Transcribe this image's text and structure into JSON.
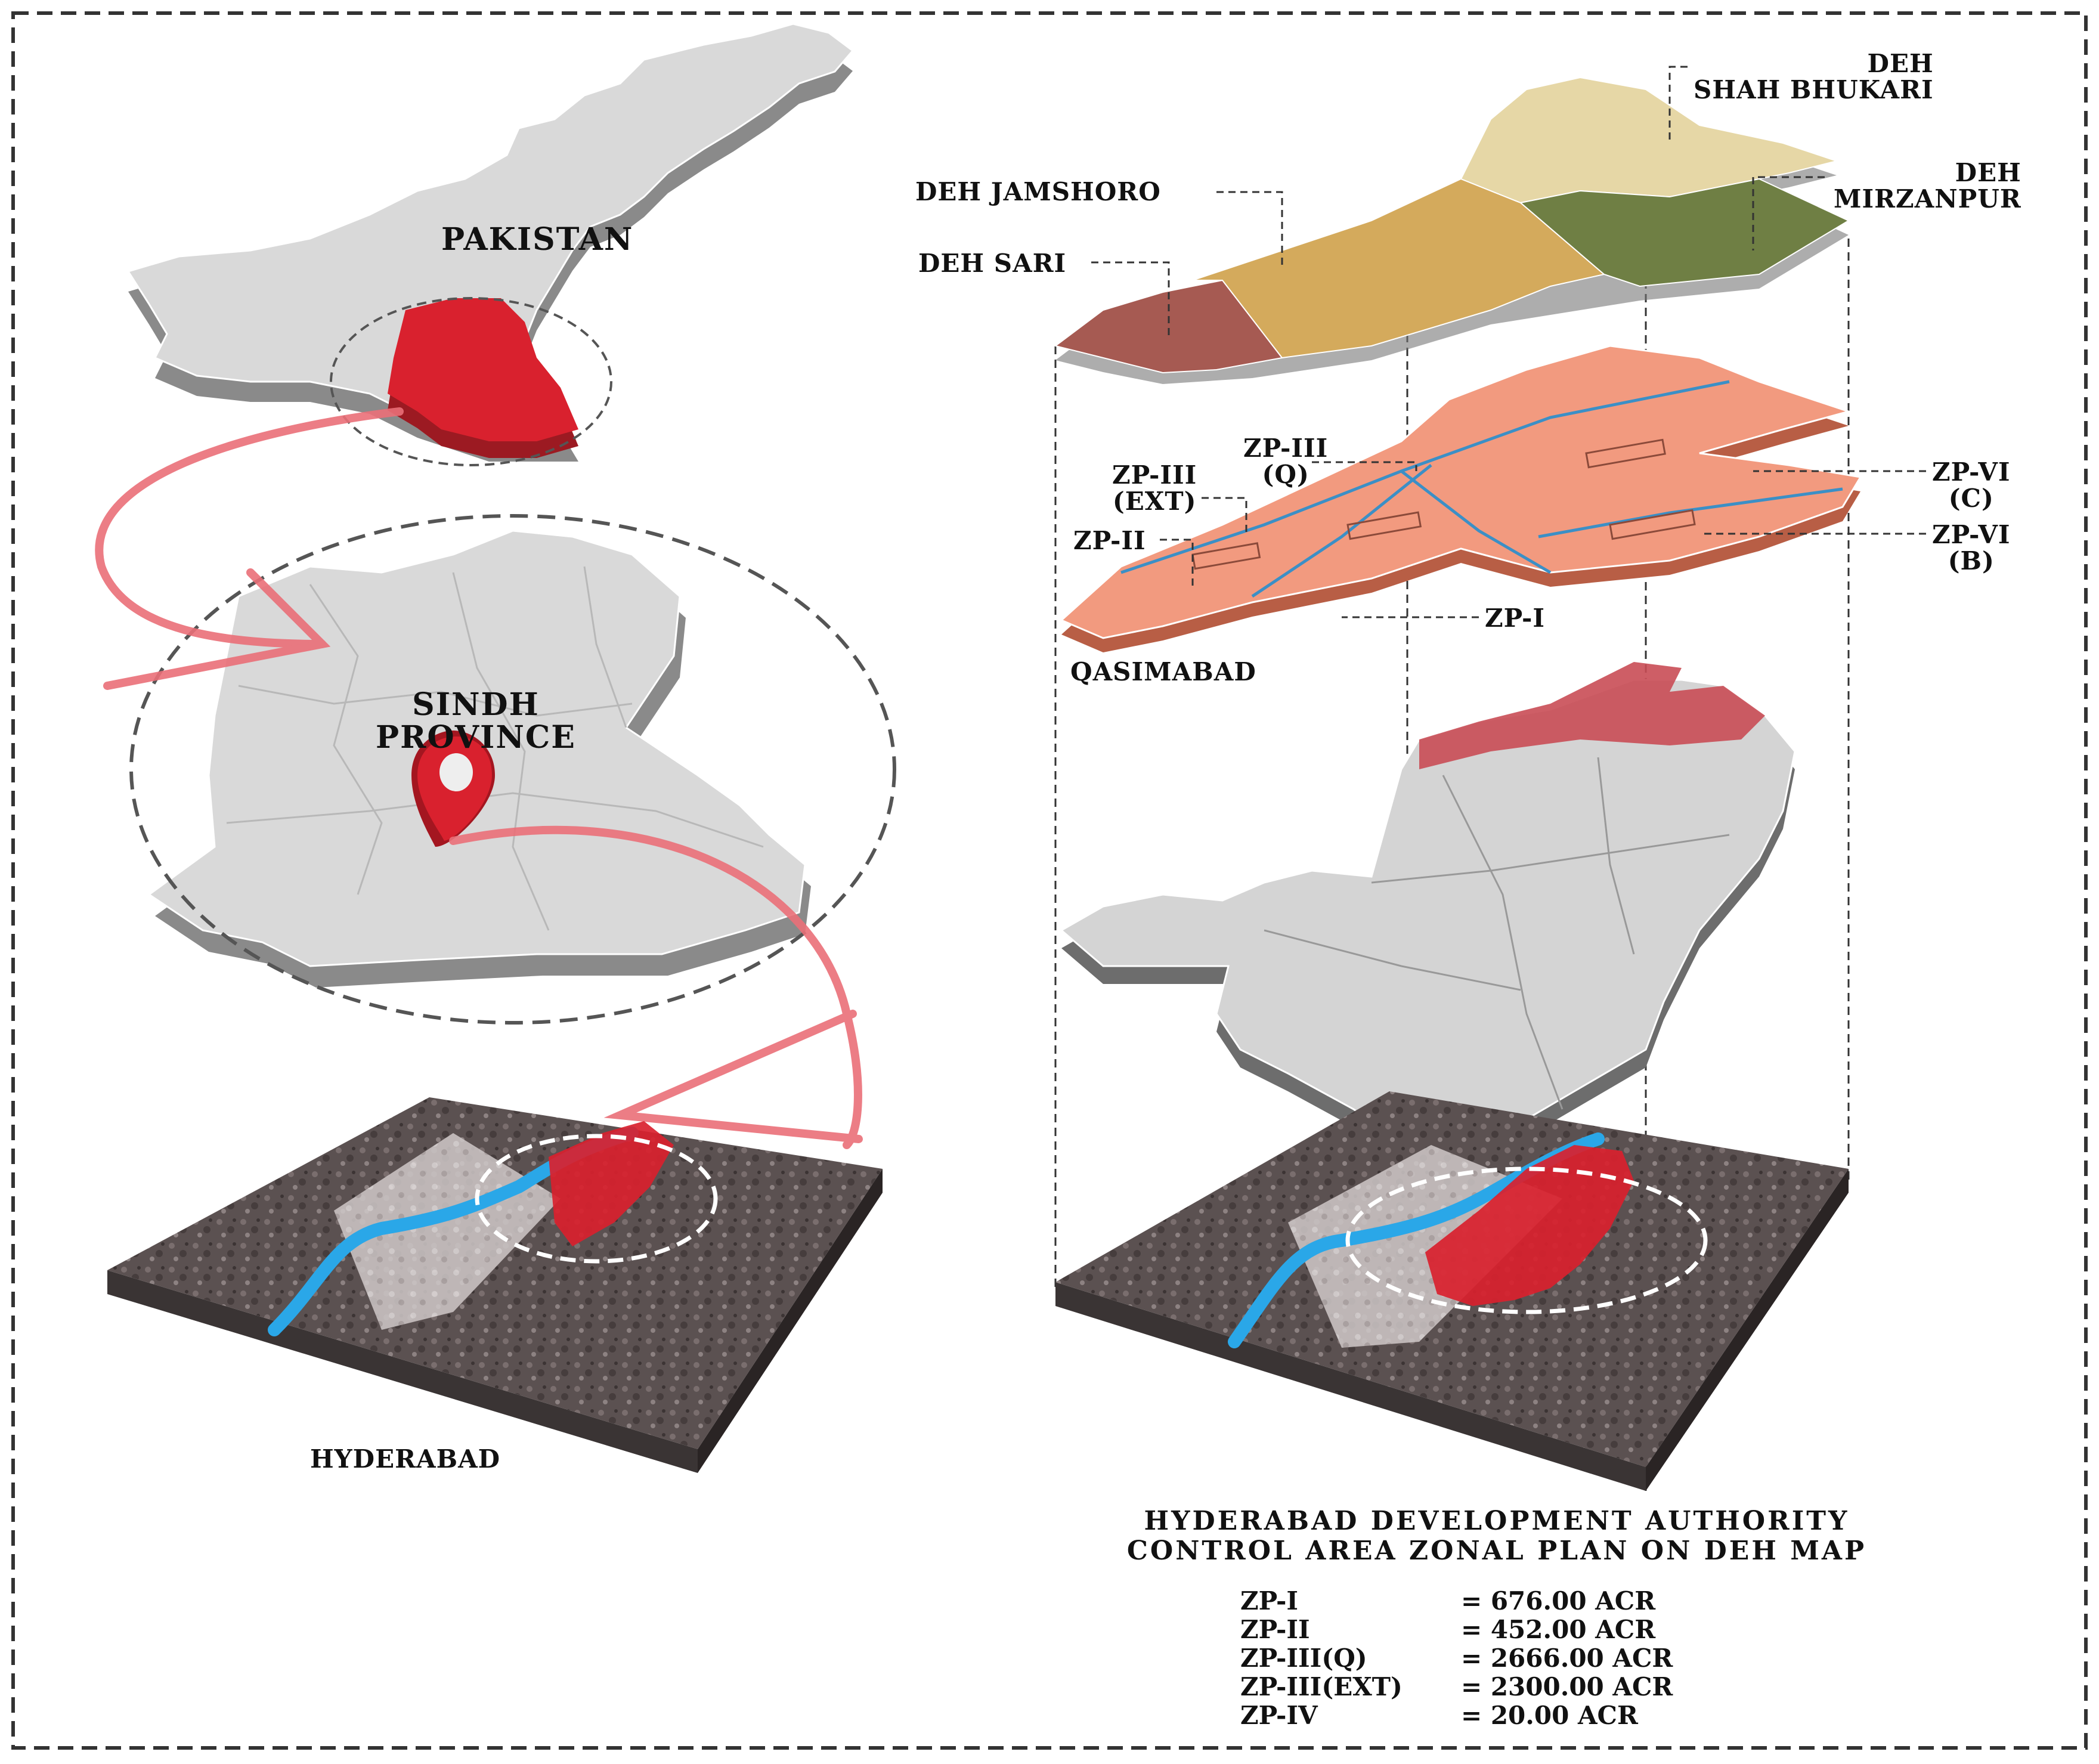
{
  "colors": {
    "frame": "#333333",
    "land_light": "#d9d9d9",
    "land_shade": "#8a8a8a",
    "highlight_red": "#d9212e",
    "arrow_pink": "#ea6f78",
    "river_blue": "#2aa7e8",
    "deh_sari": "#a65a52",
    "deh_jamshoro": "#d4aa5c",
    "deh_shah_bhukari": "#e6d7a6",
    "deh_mirzanpur": "#6f7f44",
    "zonal_salmon": "#f29a7f",
    "satellite_dark": "#4a4040"
  },
  "left_panel": {
    "country_label": "PAKISTAN",
    "province_label": "SINDH\nPROVINCE",
    "city_label": "HYDERABAD"
  },
  "deh_map": {
    "labels": {
      "shah_bhukari": "DEH\nSHAH BHUKARI",
      "jamshoro": "DEH JAMSHORO",
      "mirzanpur": "DEH\nMIRZANPUR",
      "sari": "DEH SARI"
    }
  },
  "zonal_map": {
    "labels": {
      "zp_iii_q": "ZP-III\n(Q)",
      "zp_iii_ext": "ZP-III\n(EXT)",
      "zp_ii": "ZP-II",
      "zp_i": "ZP-I",
      "zp_vi_c": "ZP-VI\n(C)",
      "zp_vi_b": "ZP-VI\n(B)",
      "qasimabad": "QASIMABAD"
    }
  },
  "title": {
    "line1": "HYDERABAD DEVELOPMENT AUTHORITY",
    "line2": "CONTROL AREA ZONAL PLAN ON DEH MAP"
  },
  "areas": [
    {
      "zone": "ZP-I",
      "value": "= 676.00 ACR"
    },
    {
      "zone": "ZP-II",
      "value": "= 452.00 ACR"
    },
    {
      "zone": "ZP-III(Q)",
      "value": "= 2666.00 ACR"
    },
    {
      "zone": "ZP-III(EXT)",
      "value": "= 2300.00 ACR"
    },
    {
      "zone": "ZP-IV",
      "value": "= 20.00 ACR"
    }
  ]
}
